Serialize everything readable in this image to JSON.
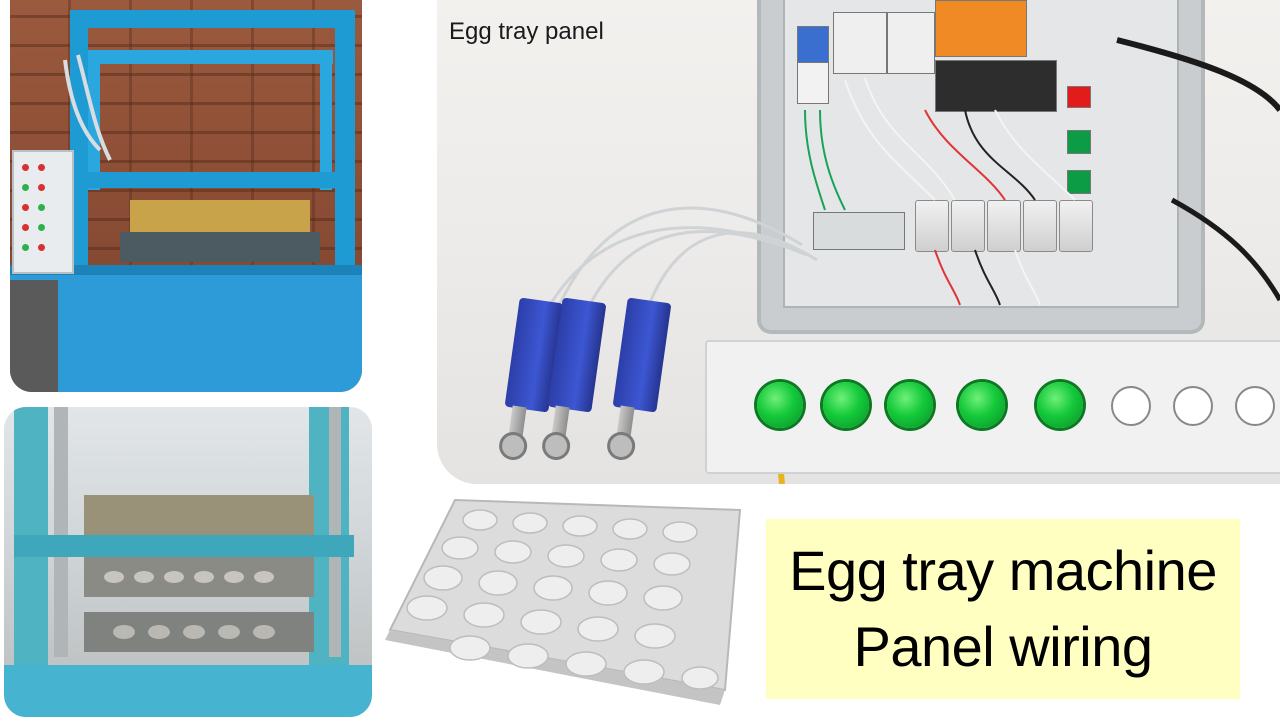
{
  "panel_photo": {
    "caption": "Egg tray panel"
  },
  "title_block": {
    "line1": "Egg tray machine",
    "line2": "Panel wiring",
    "background": "#ffffc2"
  },
  "colors": {
    "machine_blue": "#1f9bd4",
    "indicator_green": "#14c93a",
    "switch_blue": "#3d57d3",
    "brick": "#8a4c34"
  }
}
